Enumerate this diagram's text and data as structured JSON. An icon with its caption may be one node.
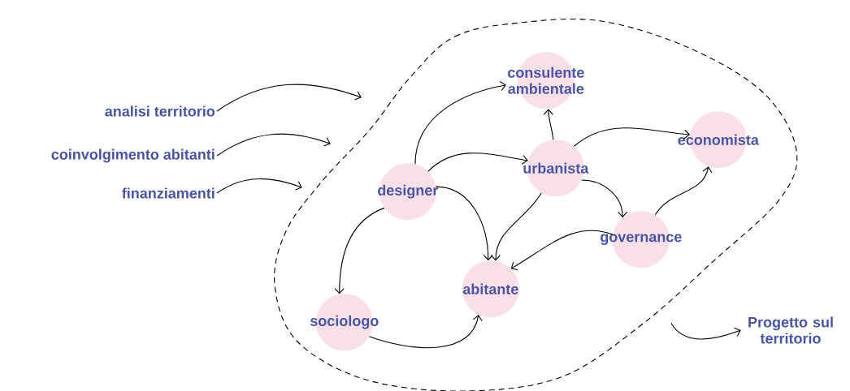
{
  "diagram": {
    "nodes": [
      {
        "text": [
          "analisi territorio"
        ]
      },
      {
        "text": [
          "coinvolgimento abitanti"
        ]
      },
      {
        "text": [
          "finanziamenti"
        ]
      },
      {
        "text": [],
        "shape": "cloud"
      },
      {
        "text": [
          "consulente ambientale"
        ],
        "in": 3
      },
      {
        "text": [
          "economista"
        ],
        "in": 3
      },
      {
        "text": [
          "urbanista"
        ],
        "in": 3
      },
      {
        "text": [
          "designer"
        ],
        "in": 3
      },
      {
        "text": [
          "governance"
        ],
        "in": 3
      },
      {
        "text": [
          "abitante"
        ],
        "in": 3
      },
      {
        "text": [
          "sociologo"
        ],
        "in": 3
      },
      {
        "text": [
          "Progetto sul territorio"
        ]
      }
    ],
    "edges": [
      {
        "from": 0,
        "to": 3,
        "arrow": "to"
      },
      {
        "from": 1,
        "to": 3,
        "arrow": "to"
      },
      {
        "from": 2,
        "to": 3,
        "arrow": "to"
      },
      {
        "from": 7,
        "to": 4,
        "arrow": "to"
      },
      {
        "from": 7,
        "to": 6,
        "arrow": "to"
      },
      {
        "from": 7,
        "to": 9,
        "arrow": "to"
      },
      {
        "from": 7,
        "to": 10,
        "arrow": "to"
      },
      {
        "from": 6,
        "to": 4,
        "arrow": "to"
      },
      {
        "from": 6,
        "to": 5,
        "arrow": "to"
      },
      {
        "from": 6,
        "to": 8,
        "arrow": "to"
      },
      {
        "from": 6,
        "to": 9,
        "arrow": "to"
      },
      {
        "from": 8,
        "to": 9,
        "arrow": "to"
      },
      {
        "from": 8,
        "to": 5,
        "arrow": "to"
      },
      {
        "from": 10,
        "to": 9,
        "arrow": "to"
      },
      {
        "from": 3,
        "to": 11,
        "arrow": "to"
      }
    ]
  }
}
